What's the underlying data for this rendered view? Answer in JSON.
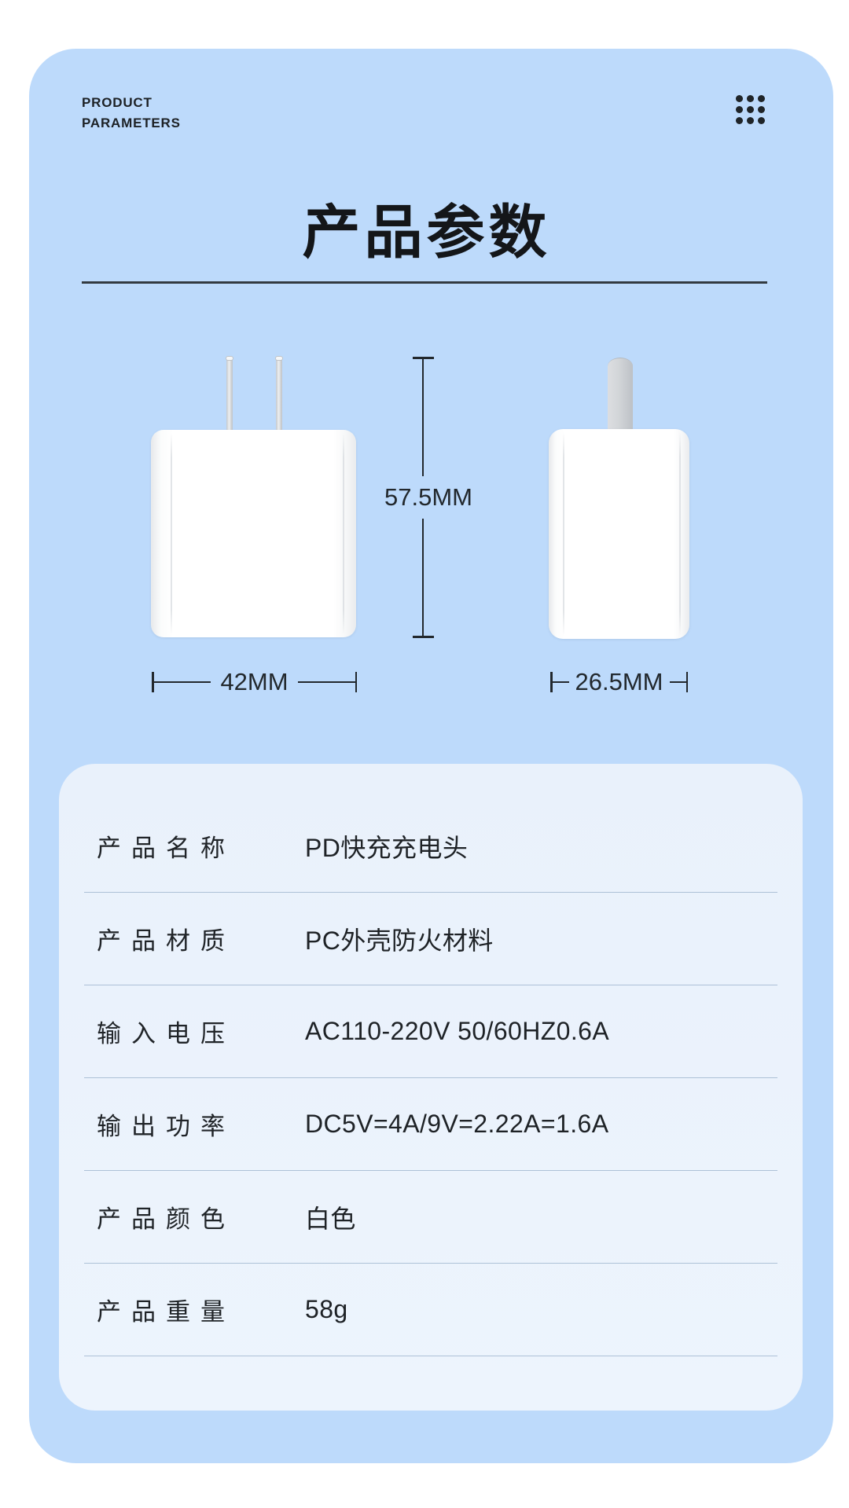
{
  "header": {
    "eyebrow_line1": "PRODUCT",
    "eyebrow_line2": "PARAMETERS",
    "title": "产品参数"
  },
  "diagram": {
    "height_label": "57.5MM",
    "front_width_label": "42MM",
    "side_width_label": "26.5MM"
  },
  "table": {
    "rows": [
      {
        "label": "产品名称",
        "value": "PD快充充电头"
      },
      {
        "label": "产品材质",
        "value": "PC外壳防火材料"
      },
      {
        "label": "输入电压",
        "value": "AC110-220V 50/60HZ0.6A"
      },
      {
        "label": "输出功率",
        "value": "DC5V=4A/9V=2.22A=1.6A"
      },
      {
        "label": "产品颜色",
        "value": "白色"
      },
      {
        "label": "产品重量",
        "value": "58g"
      }
    ]
  },
  "colors": {
    "page_bg": "#ffffff",
    "card_bg": "#bddafb",
    "panel_bg": "#eaf1fb",
    "divider": "#adc1d7",
    "ink_dark": "#1c2024",
    "line_dark": "#22282d",
    "charger_white": "#ffffff",
    "pin_gray": "#c9cdd2"
  }
}
